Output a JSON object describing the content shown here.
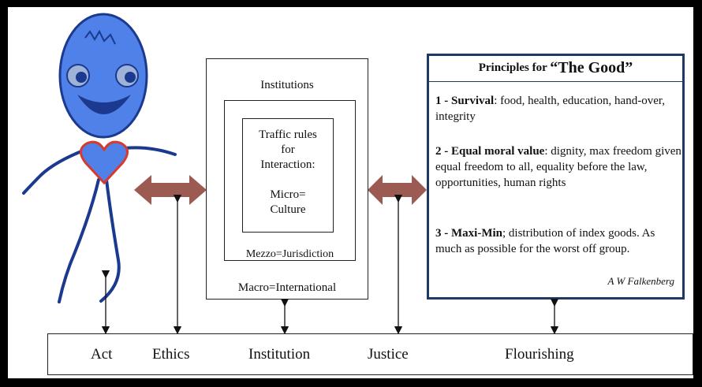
{
  "institutions": {
    "outer_label": "Institutions",
    "inner_lines": [
      "Traffic rules",
      "for",
      "Interaction:",
      "",
      "Micro=",
      "Culture"
    ],
    "mezzo_label": "Mezzo=Jurisdiction",
    "macro_label": "Macro=International"
  },
  "principles": {
    "title_prefix": "Principles for ",
    "title_quoted": "“The Good”",
    "items": [
      {
        "bold": "1 - Survival",
        "text": ": food, health, education, hand-over, integrity"
      },
      {
        "bold": "2 - Equal moral value",
        "text": ": dignity, max freedom given equal freedom to all, equality before the law, opportunities, human rights"
      },
      {
        "bold": "3 - Maxi-Min",
        "text": "; distribution of index goods.  As much as possible for the worst off group."
      }
    ],
    "signature": "A W Falkenberg"
  },
  "bottom_labels": {
    "act": "Act",
    "ethics": "Ethics",
    "institution": "Institution",
    "justice": "Justice",
    "flourishing": "Flourishing"
  },
  "colors": {
    "figure_blue": "#4f81e8",
    "figure_dark": "#1b3a8f",
    "heart_red": "#d63a2f",
    "arrow_brown": "#9b5a52",
    "principles_border": "#1f3864"
  }
}
